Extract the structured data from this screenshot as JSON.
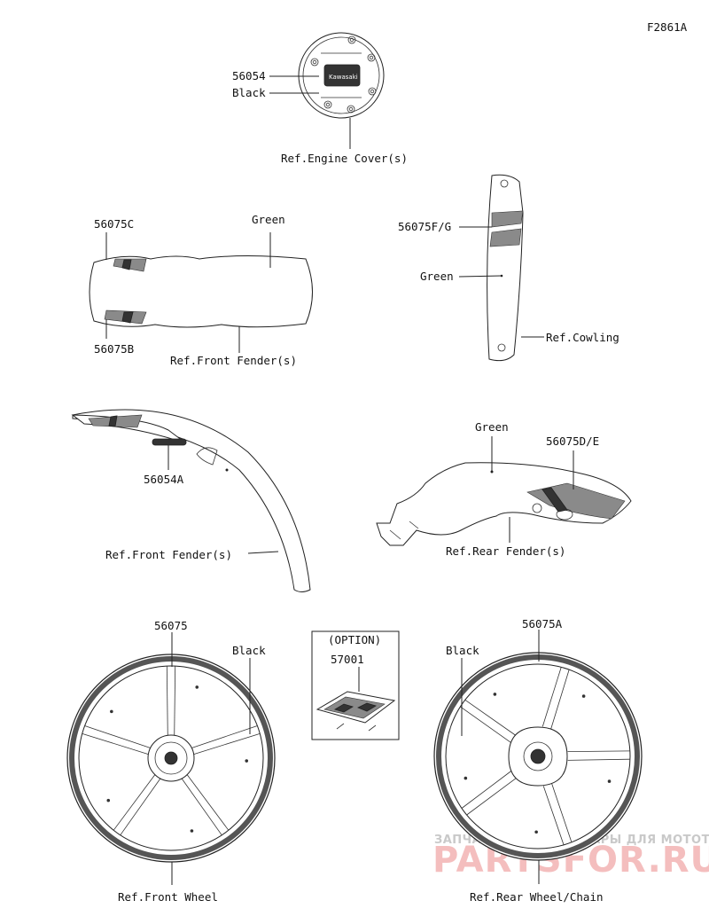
{
  "figure_id": "F2861A",
  "engine_cover": {
    "part_number": "56054",
    "color": "Black",
    "logo_text": "Kawasaki",
    "ref": "Ref.Engine Cover(s)"
  },
  "front_fender_top": {
    "part_upper": "56075C",
    "color": "Green",
    "part_lower": "56075B",
    "ref": "Ref.Front Fender(s)"
  },
  "cowling": {
    "part_number": "56075F/G",
    "color": "Green",
    "ref": "Ref.Cowling"
  },
  "front_fender_side": {
    "part_number": "56054A",
    "ref": "Ref.Front Fender(s)"
  },
  "rear_fender": {
    "color": "Green",
    "part_number": "56075D/E",
    "ref": "Ref.Rear Fender(s)"
  },
  "front_wheel": {
    "part_number": "56075",
    "color": "Black",
    "ref": "Ref.Front Wheel"
  },
  "option_kit": {
    "label": "(OPTION)",
    "part_number": "57001"
  },
  "rear_wheel": {
    "part_number": "56075A",
    "color": "Black",
    "ref": "Ref.Rear Wheel/Chain"
  },
  "watermark": {
    "line1": "ЗАПЧАСТИ И АКСЕССУАРЫ ДЛЯ МОТОТЕХНИКИ",
    "line2": "PARTSFOR.RU",
    "color": "#e04848"
  }
}
